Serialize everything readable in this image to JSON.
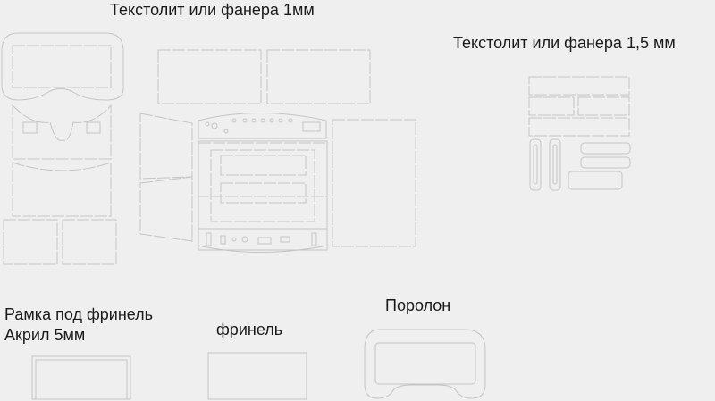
{
  "labels": {
    "textolite_1mm": "Текстолит или фанера 1мм",
    "textolite_15mm": "Текстолит или фанера 1,5 мм",
    "frame_line1": "Рамка под фринель",
    "frame_line2": "Акрил 5мм",
    "fresnel": "фринель",
    "foam": "Поролон"
  }
}
